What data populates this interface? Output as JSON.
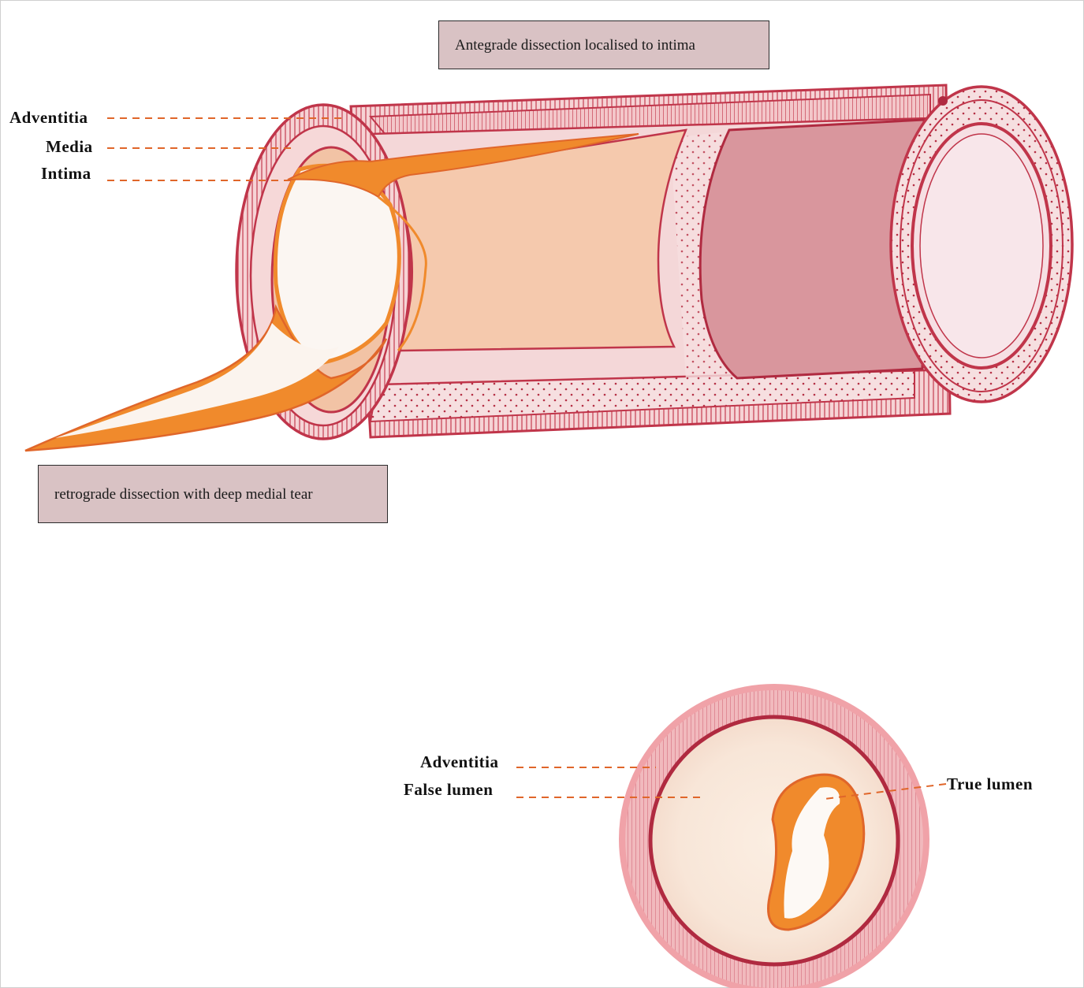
{
  "callouts": {
    "antegrade": "Antegrade dissection localised to intima",
    "retrograde": "retrograde dissection with deep medial tear"
  },
  "vessel_labels": {
    "adventitia": "Adventitia",
    "media": "Media",
    "intima": "Intima"
  },
  "cross_section_labels": {
    "adventitia": "Adventitia",
    "false_lumen": "False lumen",
    "true_lumen": "True lumen"
  },
  "colors": {
    "wall_red": "#c0354a",
    "wall_pink": "#f3c9cb",
    "flap_orange": "#f08a2c",
    "lumen_peach": "#f5c9ad",
    "deep_lumen": "#d9969d",
    "leader": "#e0662a",
    "callout_fill": "#d9c2c4"
  }
}
